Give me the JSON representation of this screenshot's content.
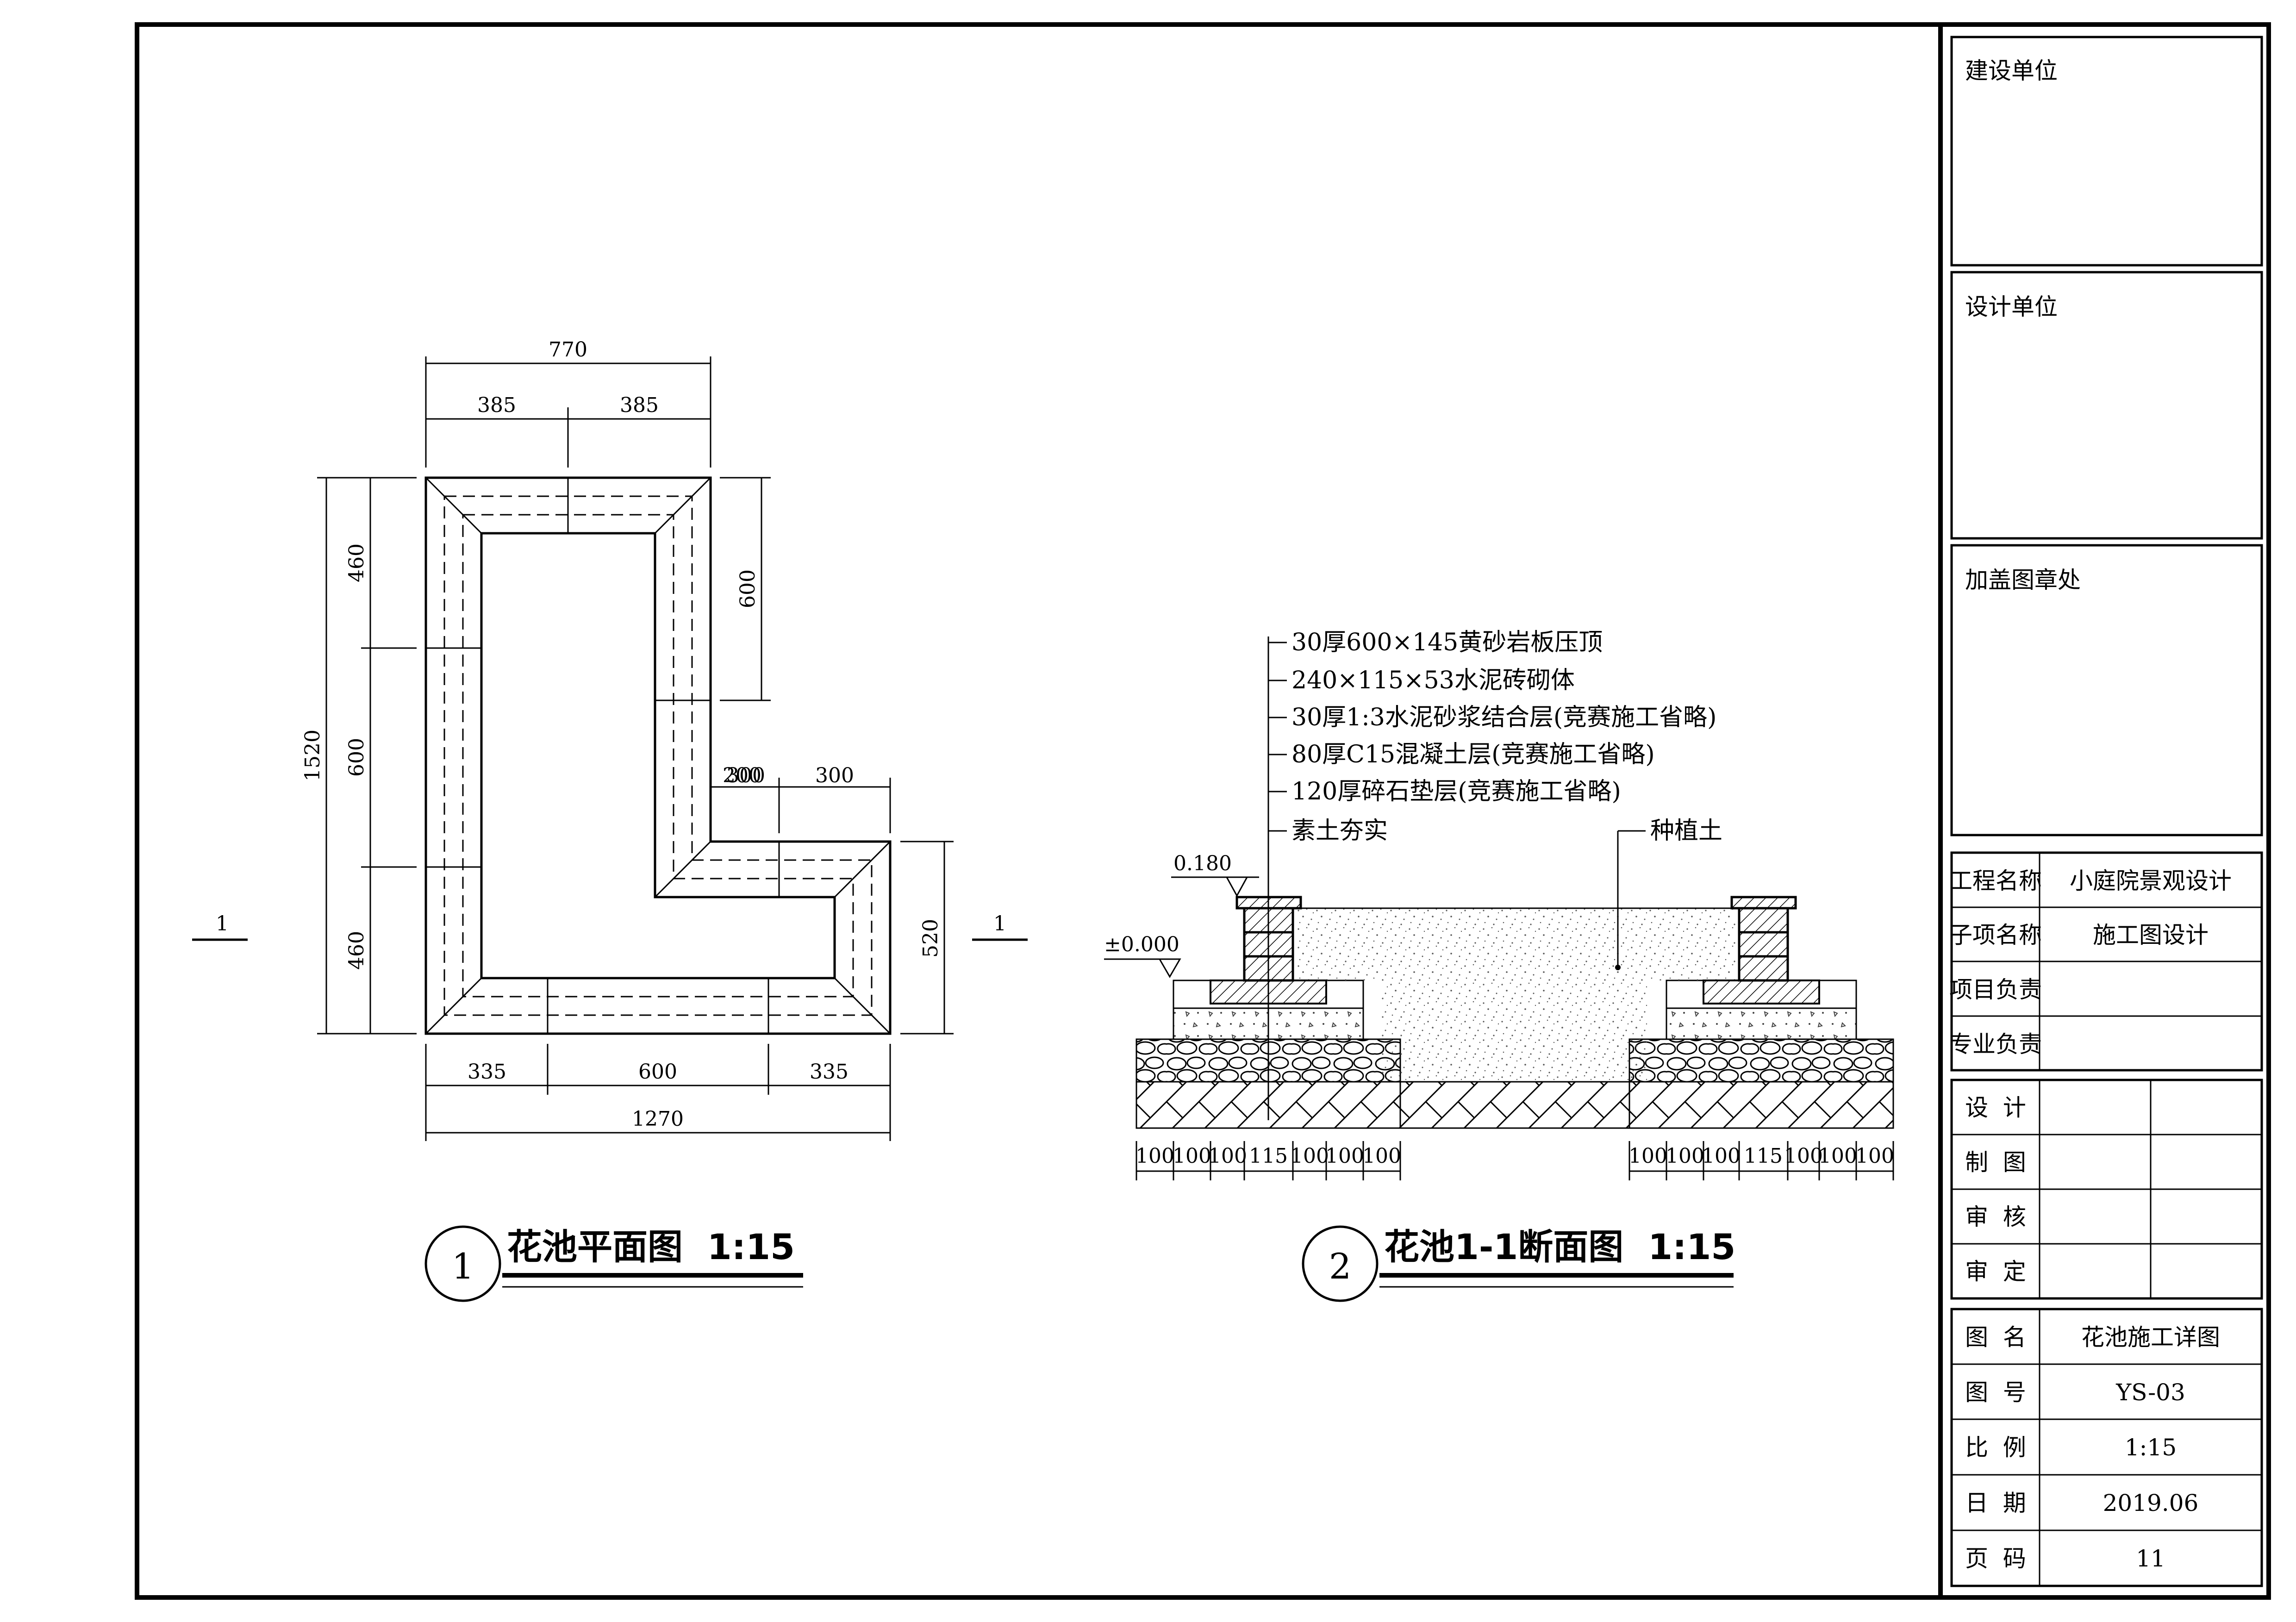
{
  "title_block": {
    "client_label": "建设单位",
    "designer_label": "设计单位",
    "seal_label": "加盖图章处",
    "info": [
      {
        "label": "工程名称",
        "value": "小庭院景观设计"
      },
      {
        "label": "子项名称",
        "value": "施工图设计"
      },
      {
        "label": "项目负责",
        "value": ""
      },
      {
        "label": "专业负责",
        "value": ""
      }
    ],
    "signatures": [
      "设  计",
      "制  图",
      "审  核",
      "审  定"
    ],
    "drawing_info": [
      {
        "label": "图  名",
        "value": "花池施工详图"
      },
      {
        "label": "图  号",
        "value": "YS-03"
      },
      {
        "label": "比  例",
        "value": "1:15"
      },
      {
        "label": "日  期",
        "value": "2019.06"
      },
      {
        "label": "页  码",
        "value": "11"
      }
    ]
  },
  "plan": {
    "number": "1",
    "title": "花池平面图  1:15",
    "section_mark": "1",
    "dims_top": {
      "total": "770",
      "left": "385",
      "right": "385"
    },
    "dims_left": {
      "total": "1520",
      "top": "460",
      "mid": "600",
      "bottom": "460"
    },
    "dims_right": {
      "upper": "600",
      "small_a": "200",
      "small_b": "300",
      "lower": "520",
      "step": "300"
    },
    "dims_bottom": {
      "left": "335",
      "mid": "600",
      "right": "335",
      "total": "1270"
    }
  },
  "section": {
    "number": "2",
    "title": "花池1-1断面图  1:15",
    "layers": [
      "30厚600×145黄砂岩板压顶",
      "240×115×53水泥砖砌体",
      "30厚1:3水泥砂浆结合层(竞赛施工省略)",
      "80厚C15混凝土层(竞赛施工省略)",
      "120厚碎石垫层(竞赛施工省略)",
      "素土夯实"
    ],
    "soil_label": "种植土",
    "level_top": "0.180",
    "level_zero": "±0.000",
    "bottom_dims": [
      "100",
      "100",
      "100",
      "115",
      "100",
      "100",
      "100"
    ]
  }
}
